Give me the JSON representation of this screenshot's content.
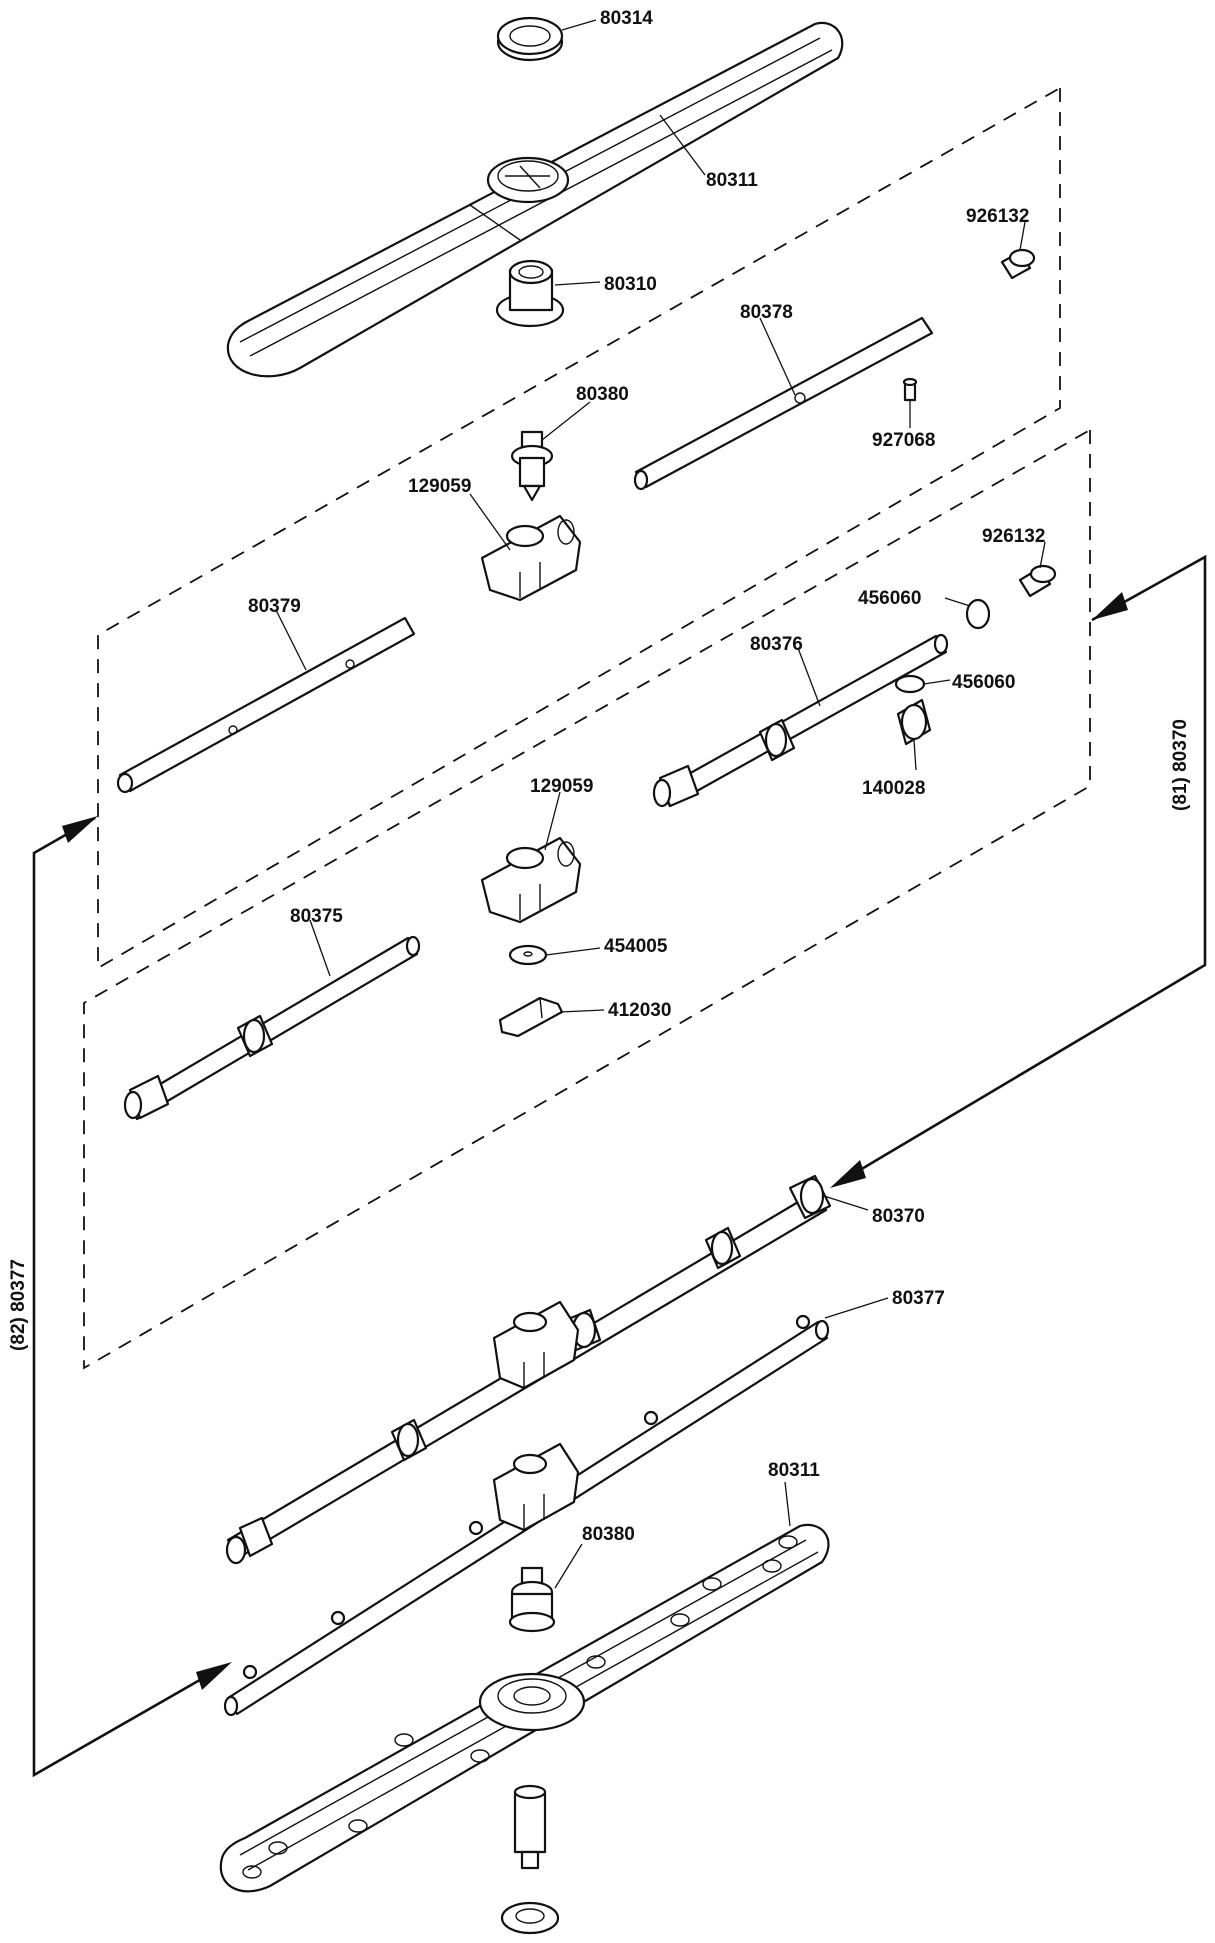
{
  "diagram": {
    "callouts": {
      "c_80314": "80314",
      "c_80311_top": "80311",
      "c_926132_a": "926132",
      "c_80310": "80310",
      "c_80378": "80378",
      "c_80380_top": "80380",
      "c_927068": "927068",
      "c_129059_top": "129059",
      "c_926132_b": "926132",
      "c_456060_a": "456060",
      "c_80379": "80379",
      "c_80376": "80376",
      "c_456060_b": "456060",
      "c_140028": "140028",
      "c_129059_mid": "129059",
      "c_80375": "80375",
      "c_454005": "454005",
      "c_412030": "412030",
      "c_80370": "80370",
      "c_80377": "80377",
      "c_80311_bottom": "80311",
      "c_80380_bottom": "80380"
    },
    "side_labels": {
      "right": "(81) 80370",
      "left": "(82) 80377"
    }
  }
}
